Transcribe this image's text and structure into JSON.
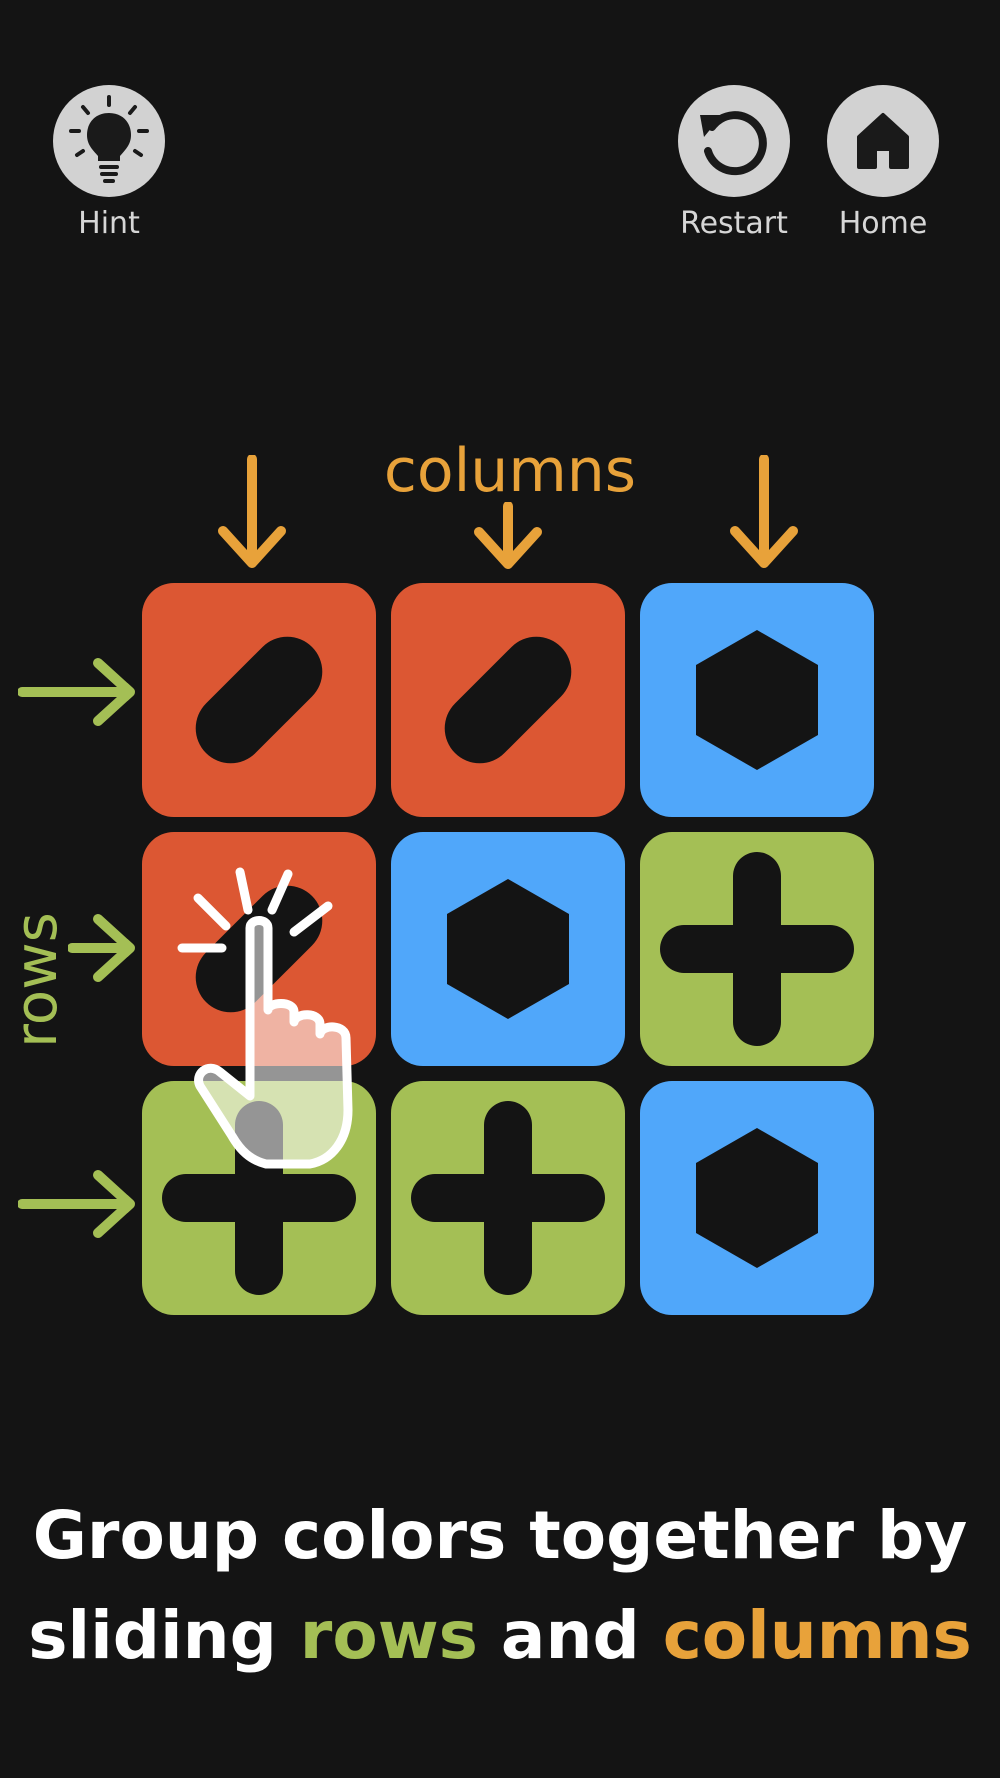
{
  "header": {
    "hint_label": "Hint",
    "restart_label": "Restart",
    "home_label": "Home",
    "hint_icon": "lightbulb-icon",
    "restart_icon": "restart-icon",
    "home_icon": "home-icon"
  },
  "tutorial": {
    "columns_label": "columns",
    "rows_label": "rows",
    "caption_line1": "Group colors together by",
    "caption_line2_part1": "sliding ",
    "caption_line2_rows": "rows",
    "caption_line2_and": " and ",
    "caption_line2_columns": "columns",
    "gesture_icon": "tap-hand-icon"
  },
  "colors": {
    "background": "#141414",
    "orange_tile": "#dc5733",
    "blue_tile": "#50a7fa",
    "green_tile": "#a4bf55",
    "rows_accent": "#a4bf55",
    "columns_accent": "#e8a23a",
    "button_bg": "#d2d2d2"
  },
  "grid": [
    [
      "orange-pill",
      "orange-pill",
      "blue-hexagon"
    ],
    [
      "orange-pill",
      "blue-hexagon",
      "green-cross"
    ],
    [
      "green-cross",
      "green-cross",
      "blue-hexagon"
    ]
  ]
}
